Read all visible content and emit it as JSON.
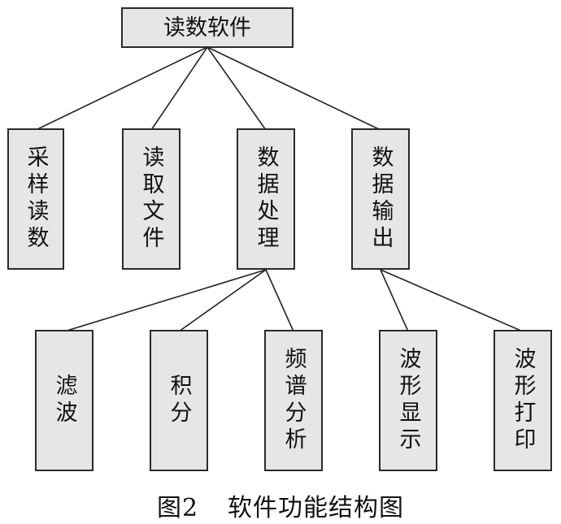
{
  "diagram": {
    "root": "读数软件",
    "level1": [
      "采样读数",
      "读取文件",
      "数据处理",
      "数据输出"
    ],
    "level2": [
      "滤波",
      "积分",
      "频谱分析",
      "波形显示",
      "波形打印"
    ]
  },
  "caption": {
    "figure": "图2",
    "title": "软件功能结构图"
  }
}
